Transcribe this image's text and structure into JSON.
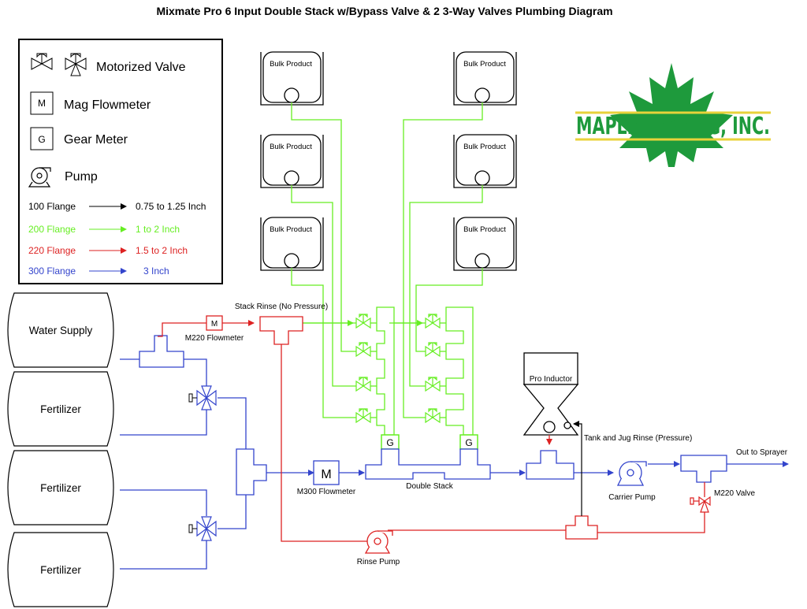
{
  "title": "Mixmate Pro 6 Input Double Stack w/Bypass Valve & 2 3-Way Valves Plumbing Diagram",
  "colors": {
    "line_100": "#000000",
    "line_200": "#66ee22",
    "line_220": "#dd2222",
    "line_300": "#3344cc",
    "logo_green": "#1e9a3c",
    "logo_yellow": "#e8d23a"
  },
  "legend": {
    "motorized_valve": "Motorized Valve",
    "mag_flowmeter_symbol": "M",
    "mag_flowmeter": "Mag Flowmeter",
    "gear_meter_symbol": "G",
    "gear_meter": "Gear Meter",
    "pump": "Pump",
    "flanges": [
      {
        "flange": "100 Flange",
        "size": "0.75 to 1.25 Inch",
        "color": "#000000"
      },
      {
        "flange": "200 Flange",
        "size": "1 to 2 Inch",
        "color": "#66ee22"
      },
      {
        "flange": "220 Flange",
        "size": "1.5 to 2 Inch",
        "color": "#dd2222"
      },
      {
        "flange": "300 Flange",
        "size": "3 Inch",
        "color": "#3344cc"
      }
    ]
  },
  "logo": {
    "text": "MAPLE LEAF AG, INC.",
    "icon": "maple-leaf-icon"
  },
  "tanks": {
    "water_supply": "Water Supply",
    "fertilizer_1": "Fertilizer",
    "fertilizer_2": "Fertilizer",
    "fertilizer_3": "Fertilizer"
  },
  "bulk_product_label": "Bulk Product",
  "labels": {
    "m220_flowmeter": "M220 Flowmeter",
    "m220_symbol": "M",
    "stack_rinse": "Stack Rinse (No Pressure)",
    "m300_flowmeter": "M300 Flowmeter",
    "m300_symbol": "M",
    "double_stack": "Double Stack",
    "gear_symbol": "G",
    "pro_inductor": "Pro Inductor",
    "tank_jug_rinse": "Tank and Jug Rinse (Pressure)",
    "carrier_pump": "Carrier Pump",
    "out_to_sprayer": "Out to Sprayer",
    "m220_valve": "M220 Valve",
    "rinse_pump": "Rinse Pump"
  }
}
